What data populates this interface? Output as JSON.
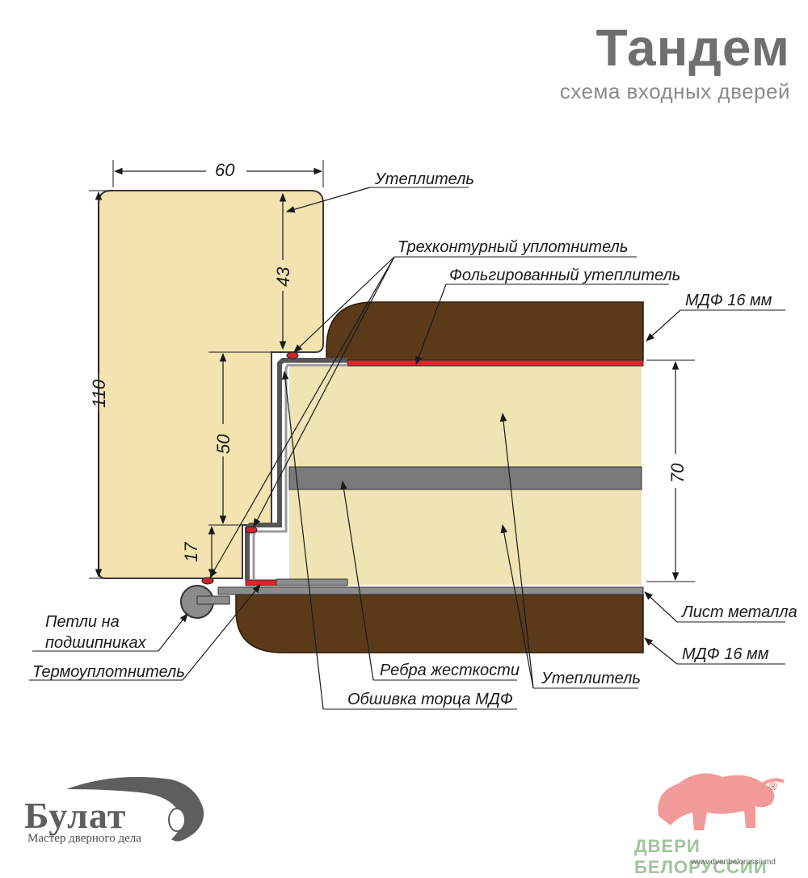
{
  "header": {
    "title": "Тандем",
    "subtitle": "схема входных дверей"
  },
  "labels": {
    "insulation_top": "Утеплитель",
    "triple_seal": "Трехконтурный  уплотнитель",
    "foil_insulation": "Фольгированный утеплитель",
    "mdf_top": "МДФ 16 мм",
    "metal_sheet": "Лист металла",
    "mdf_bottom": "МДФ 16 мм",
    "bearing_hinges_line1": "Петли на",
    "bearing_hinges_line2": "подшипниках",
    "thermo_seal": "Термоуплотнитель",
    "stiffeners": "Ребра жесткости",
    "insulation_bottom": "Утеплитель",
    "mdf_edge_trim": "Обшивка торца МДФ"
  },
  "dimensions": {
    "frame_width": "60",
    "frame_height": "110",
    "frame_upper": "43",
    "frame_middle": "50",
    "frame_lower": "17",
    "door_thickness": "70"
  },
  "logos": {
    "bulat_name": "Булат",
    "bulat_tagline": "Мастер дверного дела",
    "dveri_name": "ДВЕРИ  БЕЛОРУССИИ",
    "dveri_url": "www.dveribelorussii.md",
    "registered_mark": "®"
  },
  "colors": {
    "frame_fill": "#f2e3b0",
    "door_core_fill": "#f0e3b4",
    "mdf_brown": "#5b3a1a",
    "foil_red": "#e0252a",
    "stiffener_gray": "#7a7a7a",
    "metal_gray": "#8c8c8c",
    "title_gray": "#6f6f6f",
    "bull_pink": "#f09a9a",
    "dveri_green": "#9fc59a"
  },
  "icons": {
    "bulat_logo": "panther-head-icon",
    "dveri_logo": "bison-icon"
  }
}
